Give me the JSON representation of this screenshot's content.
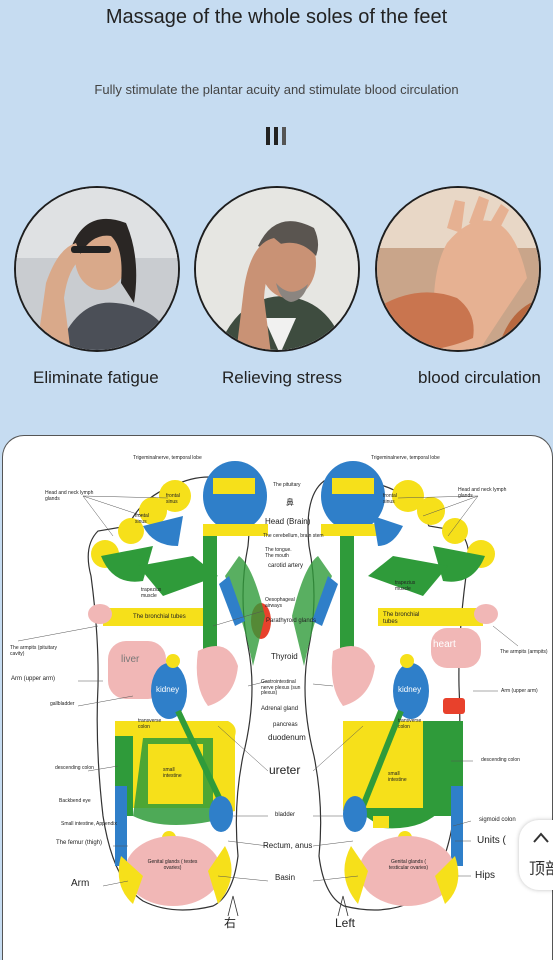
{
  "header": {
    "title": "Massage of the whole soles of the feet",
    "subtitle": "Fully stimulate the plantar acuity and stimulate blood circulation"
  },
  "benefits": [
    {
      "caption": "Eliminate fatigue",
      "icon": "woman-fatigue-photo"
    },
    {
      "caption": "Relieving stress",
      "icon": "man-stress-photo"
    },
    {
      "caption": "blood circulation",
      "icon": "foot-massage-photo"
    }
  ],
  "chart_labels": {
    "trigeminal_l": "Trigeminalnerve, temporal lobe",
    "trigeminal_r": "Trigeminalnerve, temporal lobe",
    "head_neck_lymph_l": "Head and neck lymph glands",
    "head_neck_lymph_r": "Head and neck lymph glands",
    "frontal_sinus_l1": "frontal sinus",
    "frontal_sinus_l2": "frontal sinus",
    "frontal_sinus_r": "frontal sinus",
    "pituitary": "The pituitary",
    "nose_cn": "鼻",
    "head_brain": "Head (Brain)",
    "cerebellum": "The cerebellum, brain stem",
    "tongue_mouth": "The tongue. The mouth",
    "carotid": "carotid artery",
    "trapezius_l": "trapezius muscle",
    "trapezius_r": "trapezius muscle",
    "oesophageal": "Oesophageal airways",
    "bronchial_l": "The bronchial tubes",
    "bronchial_r": "The bronchial tubes",
    "parathyroid": "Parathyroid glands",
    "armpits_l": "The armpits (pituitary cavity)",
    "armpits_r": "The armpits (armpits)",
    "heart": "heart",
    "liver": "liver",
    "thyroid": "Thyroid",
    "arm_upper_l": "Arm (upper arm)",
    "arm_upper_r": "Arm (upper arm)",
    "kidney_l": "kidney",
    "kidney_r": "kidney",
    "gastro": "Gastrointestinal nerve plexus (sun plexus)",
    "gallbladder": "gallbladder",
    "adrenal": "Adrenal gland",
    "transverse_l": "transverse colon",
    "transverse_r": "transverse colon",
    "pancreas": "pancreas",
    "duodenum": "duodenum",
    "ureter": "ureter",
    "descending": "descending colon",
    "descending_r": "descending colon",
    "small_int_l": "small intestine",
    "small_int_r": "small intestine",
    "sigmoid": "sigmoid colon",
    "backbend": "Backbend eye",
    "small_int_appendix": "Small intestine, Appendix",
    "bladder": "bladder",
    "femur": "The femur (thigh)",
    "units": "Units (",
    "rectum": "Rectum, anus",
    "genital_l": "Genital glands ( testes ovaries)",
    "genital_r": "Genital glands ( testicular ovaries)",
    "hips": "Hips",
    "arm": "Arm",
    "basin": "Basin",
    "right_cn": "右",
    "left": "Left"
  },
  "back_to_top": {
    "label": "顶部",
    "icon": "chevron-up-icon"
  },
  "colors": {
    "background": "#c6dcf1",
    "yellow": "#f6e01a",
    "blue": "#2f7fc9",
    "green": "#2f9b3a",
    "pink": "#f1b7b6",
    "red": "#e8412c"
  }
}
